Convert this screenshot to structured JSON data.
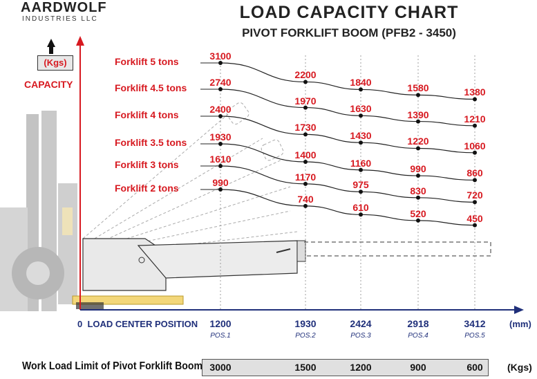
{
  "brand": {
    "name": "AARDWOLF",
    "sub": "INDUSTRIES LLC"
  },
  "title": "LOAD CAPACITY CHART",
  "subtitle": "PIVOT FORKLIFT BOOM (PFB2 - 3450)",
  "y_axis": {
    "unit": "(Kgs)",
    "label": "CAPACITY"
  },
  "x_axis": {
    "origin_label": "0",
    "origin_text": "LOAD CENTER POSITION",
    "unit": "(mm)"
  },
  "colors": {
    "red": "#d71920",
    "navy": "#1f2f7a",
    "curve": "#222222"
  },
  "chart_data": {
    "type": "line",
    "title": "LOAD CAPACITY CHART",
    "subtitle": "PIVOT FORKLIFT BOOM (PFB2 - 3450)",
    "xlabel": "LOAD CENTER POSITION",
    "x_unit": "(mm)",
    "ylabel": "CAPACITY",
    "y_unit": "(Kgs)",
    "x": [
      1200,
      1930,
      2424,
      2918,
      3412
    ],
    "x_labels": [
      "1200",
      "1930",
      "2424",
      "2918",
      "3412"
    ],
    "positions": [
      "POS.1",
      "POS.2",
      "POS.3",
      "POS.4",
      "POS.5"
    ],
    "series": [
      {
        "name": "Forklift 5 tons",
        "values": [
          3100,
          2200,
          1840,
          1580,
          1380
        ]
      },
      {
        "name": "Forklift 4.5 tons",
        "values": [
          2740,
          1970,
          1630,
          1390,
          1210
        ]
      },
      {
        "name": "Forklift 4 tons",
        "values": [
          2400,
          1730,
          1430,
          1220,
          1060
        ]
      },
      {
        "name": "Forklift 3.5 tons",
        "values": [
          1930,
          1400,
          1160,
          990,
          860
        ]
      },
      {
        "name": "Forklift 3 tons",
        "values": [
          1610,
          1170,
          975,
          830,
          720
        ]
      },
      {
        "name": "Forklift 2 tons",
        "values": [
          990,
          740,
          610,
          520,
          450
        ]
      }
    ]
  },
  "work_load_limit": {
    "label": "Work Load Limit of Pivot Forklift Boom",
    "values": [
      3000,
      1500,
      1200,
      900,
      600
    ],
    "unit": "(Kgs)"
  }
}
